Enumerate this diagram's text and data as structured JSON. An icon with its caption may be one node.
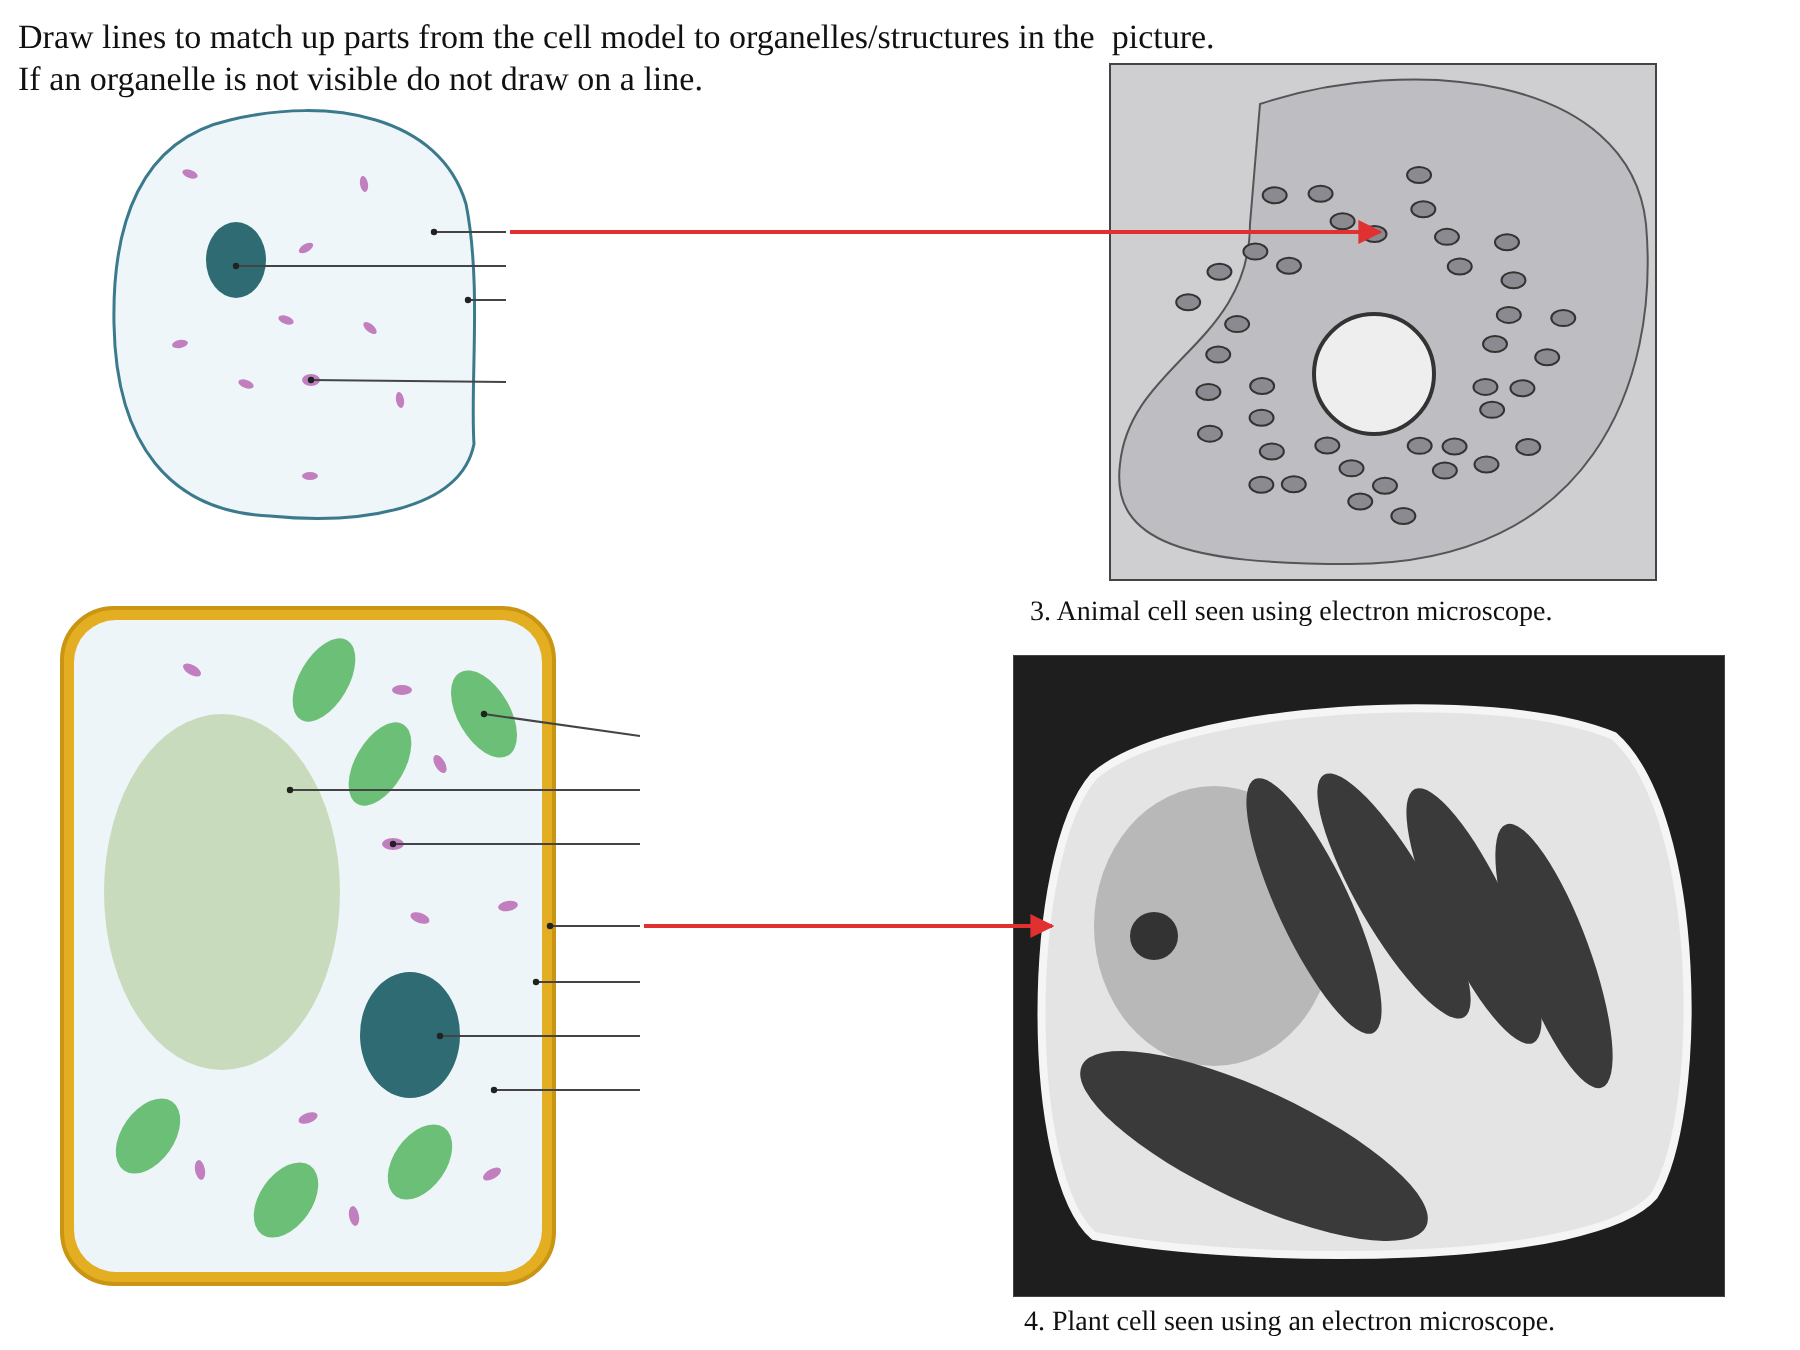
{
  "diagram": {
    "title": "Draw lines to match up parts from the cell model to organelles/structures in the  picture. If an organelle is not visible do not draw on a line.",
    "nodes": [
      {
        "text": [],
        "shape": "picture"
      },
      {
        "text": [],
        "shape": "circle",
        "in": 0
      },
      {
        "text": [],
        "shape": "ellipse",
        "in": 0
      },
      {
        "text": [],
        "shape": "picture"
      },
      {
        "text": [],
        "shape": "picture"
      },
      {
        "text": [],
        "shape": "ellipse",
        "in": 4
      },
      {
        "text": [],
        "shape": "ellipse",
        "in": 4
      },
      {
        "text": [],
        "shape": "ellipse",
        "in": 4
      },
      {
        "text": [],
        "shape": "circle",
        "in": 4
      },
      {
        "text": [],
        "shape": "picture"
      },
      {
        "text": [],
        "shape": "ellipse",
        "in": 4
      },
      {
        "text": [],
        "shape": "ellipse",
        "in": 4
      },
      {
        "text": [],
        "shape": "ellipse",
        "in": 4
      },
      {
        "text": [],
        "shape": "ellipse",
        "in": 4
      },
      {
        "text": [],
        "shape": "ellipse",
        "in": 4
      }
    ],
    "labels": [
      "3. Animal cell seen using electron microscope.",
      "4. Plant cell seen using an electron microscope."
    ],
    "edges": [
      {
        "from": null,
        "to": 0,
        "arrow": "other"
      },
      {
        "from": null,
        "to": 1,
        "arrow": "other"
      },
      {
        "from": null,
        "to": 0,
        "arrow": "other"
      },
      {
        "from": null,
        "to": 2,
        "arrow": "other"
      },
      {
        "from": null,
        "to": 3,
        "arrow": "to",
        "color": "#e03030"
      },
      {
        "from": null,
        "to": 5,
        "arrow": "other"
      },
      {
        "from": null,
        "to": 6,
        "arrow": "other"
      },
      {
        "from": null,
        "to": 7,
        "arrow": "other"
      },
      {
        "from": null,
        "to": 4,
        "arrow": "other"
      },
      {
        "from": null,
        "to": 9,
        "arrow": "to",
        "color": "#e03030"
      },
      {
        "from": null,
        "to": 4,
        "arrow": "other"
      },
      {
        "from": null,
        "to": 8,
        "arrow": "other"
      },
      {
        "from": null,
        "to": 4,
        "arrow": "other"
      }
    ]
  }
}
